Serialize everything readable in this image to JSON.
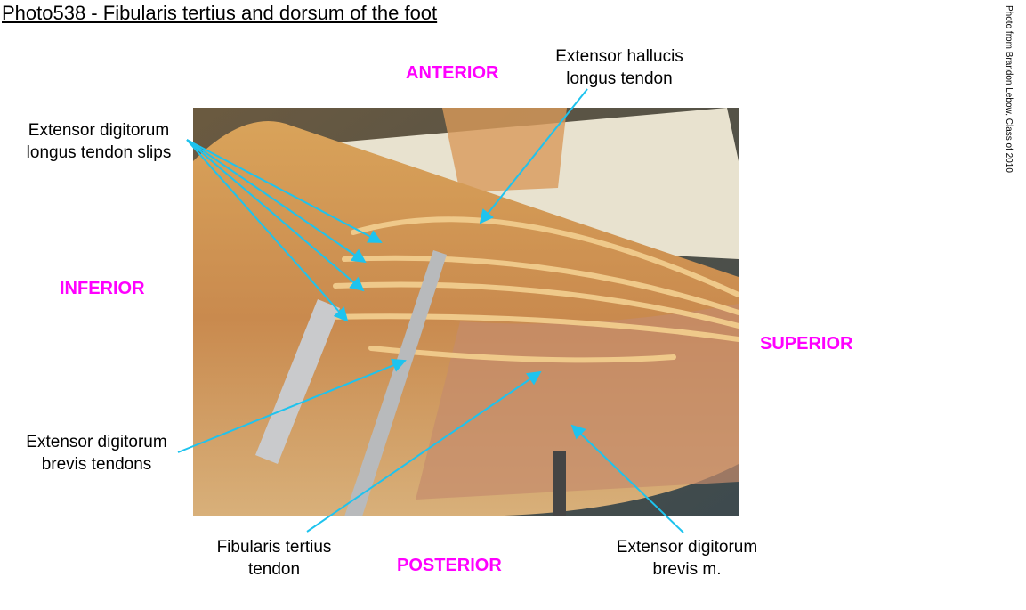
{
  "title": "Photo538 - Fibularis tertius and dorsum of the foot",
  "credit": "Photo from Brandon Lebow, Class of 2010",
  "directions": {
    "anterior": "ANTERIOR",
    "posterior": "POSTERIOR",
    "inferior": "INFERIOR",
    "superior": "SUPERIOR"
  },
  "labels": {
    "edl_slips": [
      "Extensor digitorum",
      "longus tendon slips"
    ],
    "ehl": [
      "Extensor hallucis",
      "longus tendon"
    ],
    "edb_tendons": [
      "Extensor digitorum",
      "brevis tendons"
    ],
    "fibularis": [
      "Fibularis tertius",
      "tendon"
    ],
    "edb_muscle": [
      "Extensor digitorum",
      "brevis m."
    ]
  },
  "colors": {
    "arrow": "#1ec3ee",
    "direction": "#ff00ff"
  }
}
